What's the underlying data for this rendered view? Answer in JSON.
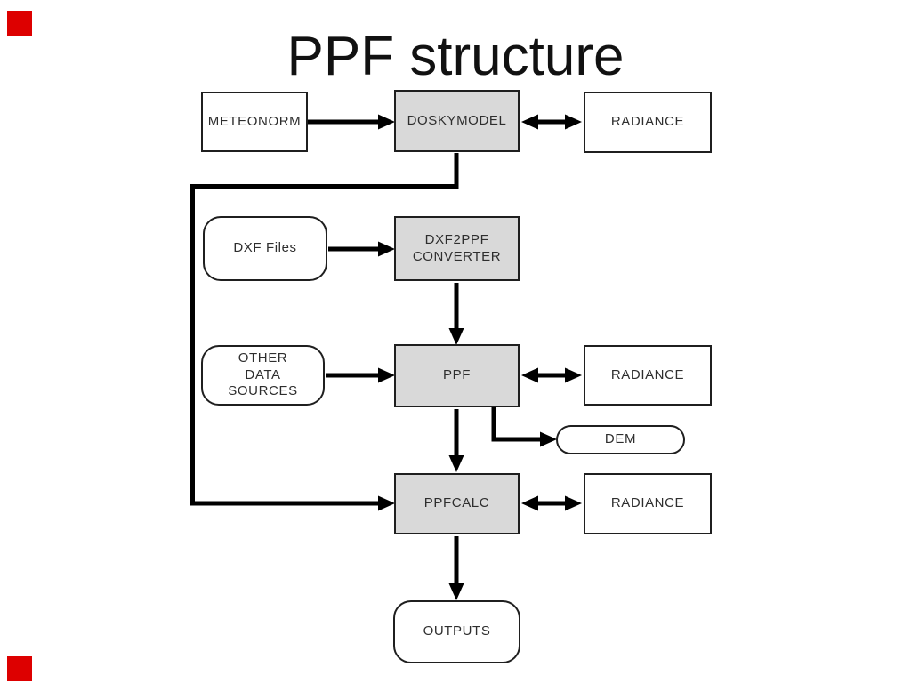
{
  "slide": {
    "title": "PPF structure",
    "colors": {
      "accent_red": "#dd0000",
      "box_gray": "#d9d9d9",
      "line_color": "#000000"
    }
  },
  "nodes": {
    "meteonorm": {
      "label": "METEONORM"
    },
    "doskymodel": {
      "label": "DOSKYMODEL"
    },
    "radiance_top": {
      "label": "RADIANCE"
    },
    "dxf_files": {
      "label": "DXF Files"
    },
    "dxf2ppf": {
      "label": "DXF2PPF\nCONVERTER"
    },
    "other_sources": {
      "label": "OTHER\nDATA\nSOURCES"
    },
    "ppf": {
      "label": "PPF"
    },
    "radiance_mid": {
      "label": "RADIANCE"
    },
    "dem": {
      "label": "DEM"
    },
    "ppfcalc": {
      "label": "PPFCALC"
    },
    "radiance_bottom": {
      "label": "RADIANCE"
    },
    "outputs": {
      "label": "OUTPUTS"
    }
  }
}
